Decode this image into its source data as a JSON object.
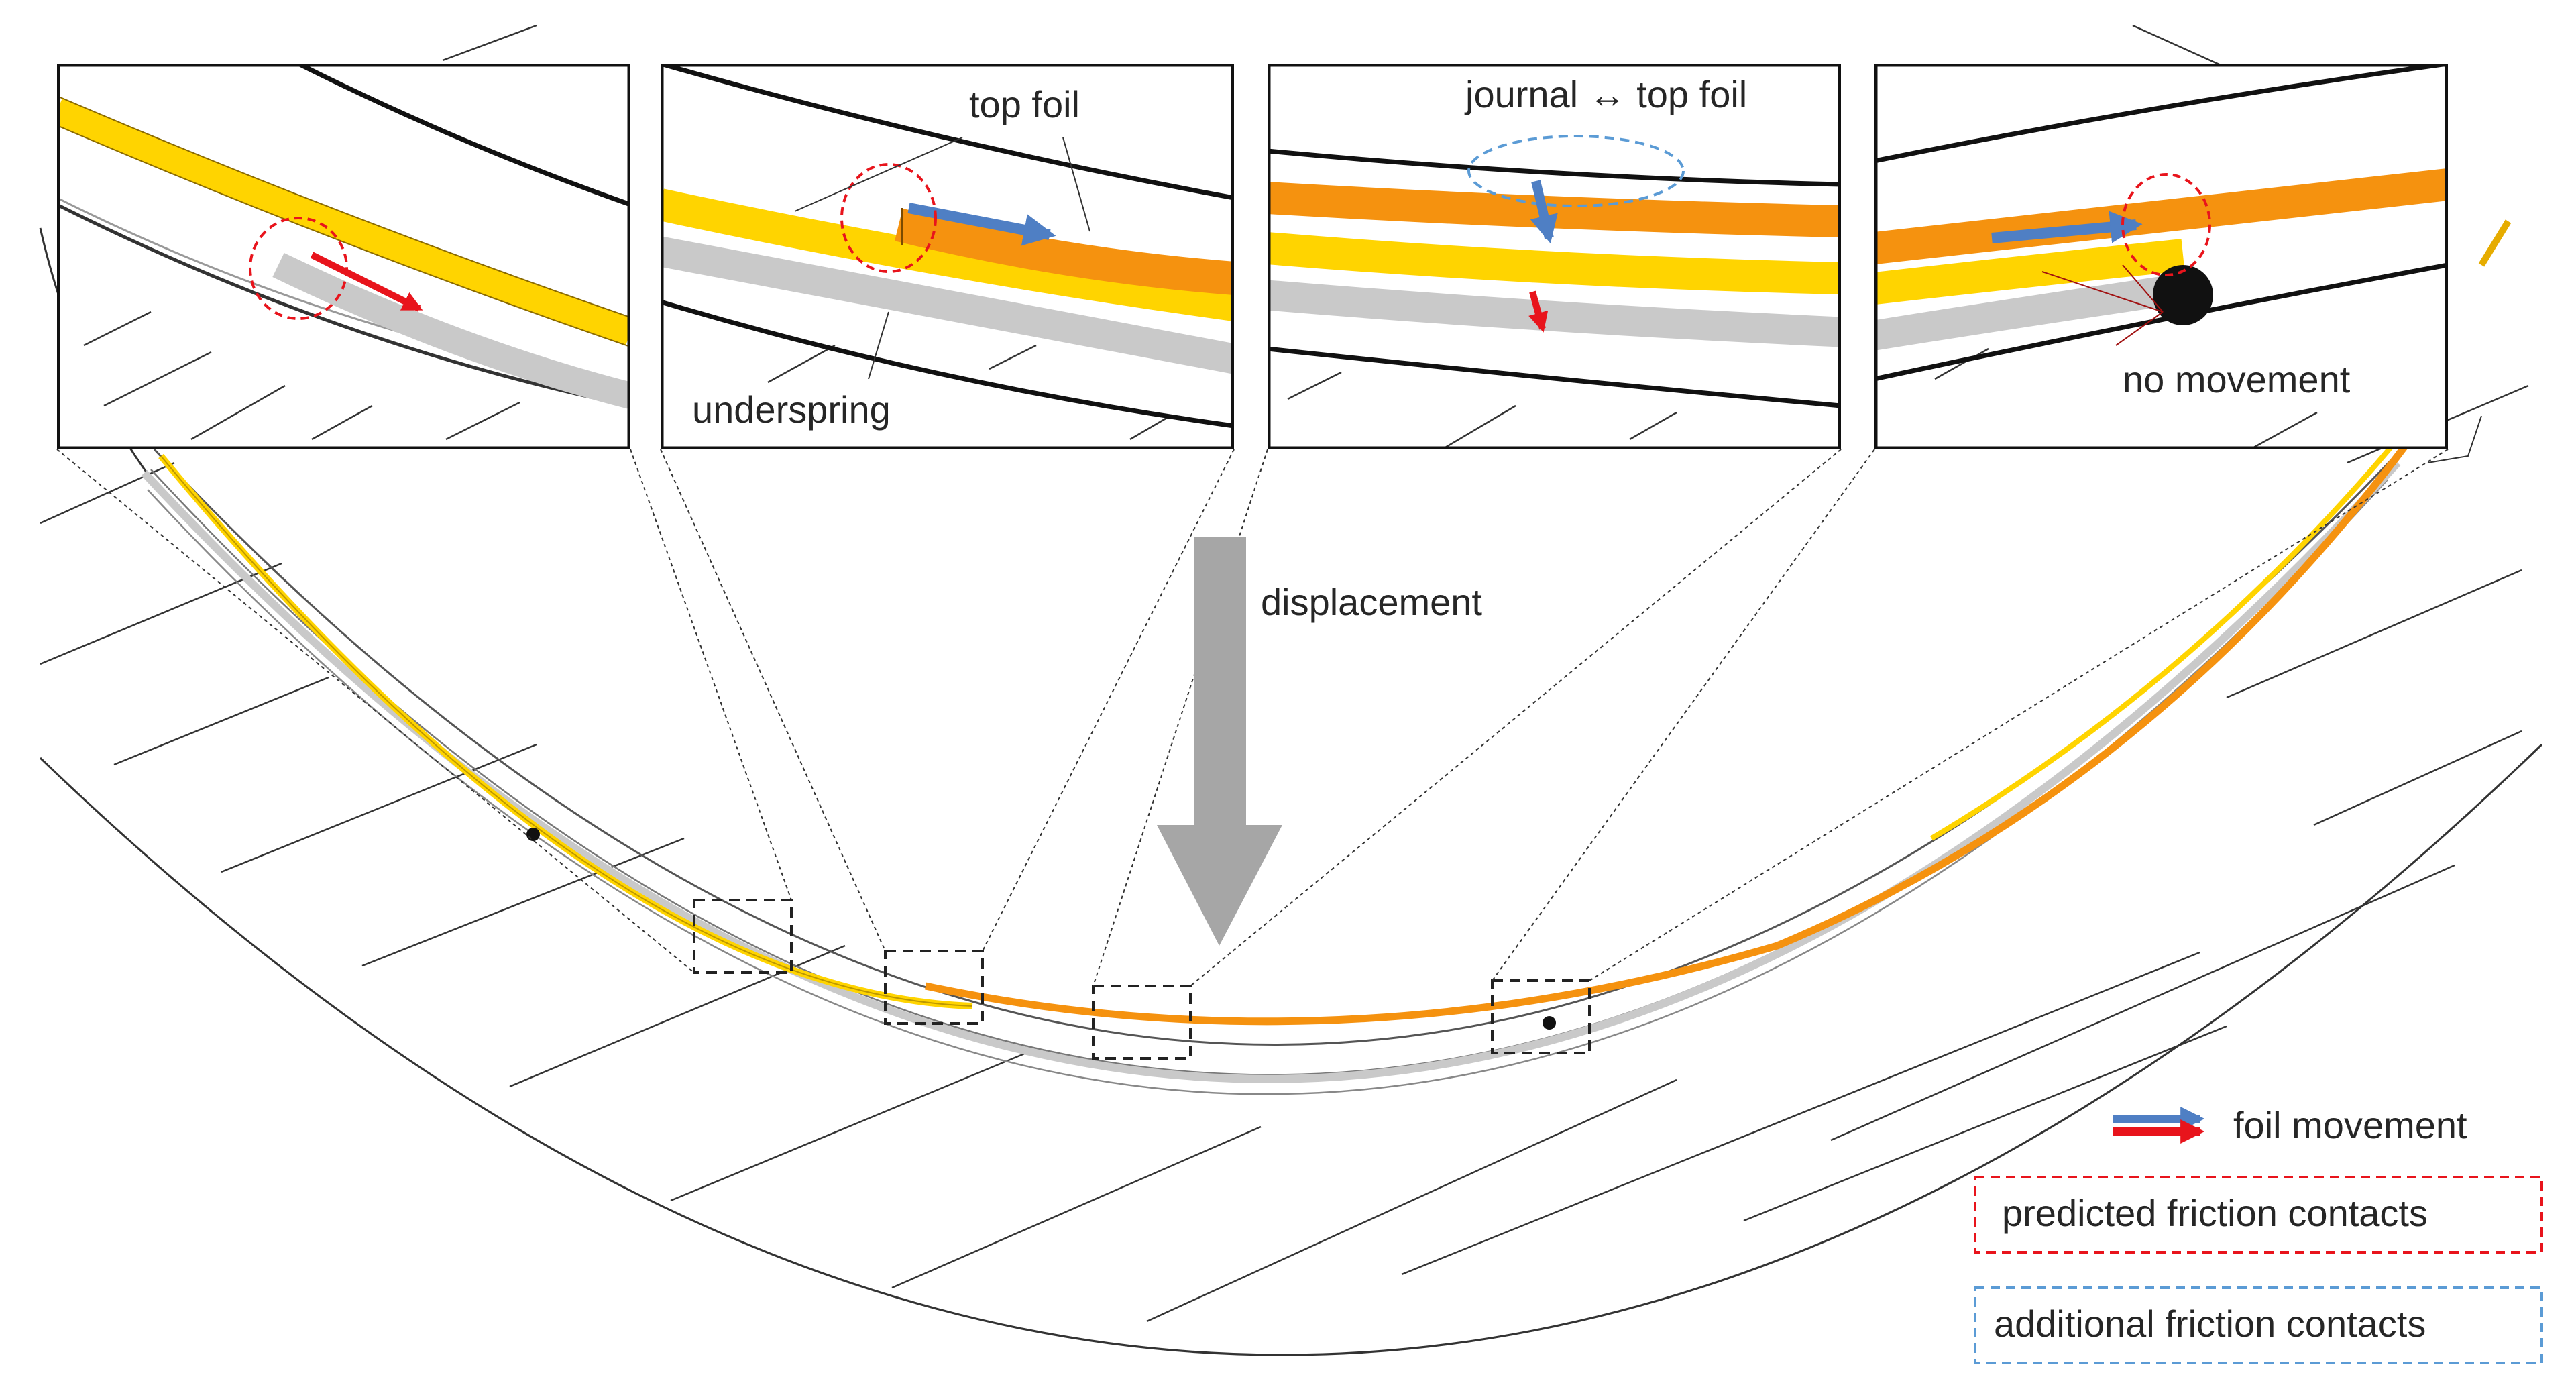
{
  "labels": {
    "top_foil": "top foil",
    "underspring": "underspring",
    "journal_top_foil": "journal ↔ top foil",
    "no_movement": "no movement",
    "displacement": "displacement"
  },
  "legend": {
    "foil_movement": "foil movement",
    "predicted_friction_contacts": "predicted friction contacts",
    "additional_friction_contacts": "additional friction contacts"
  },
  "colors": {
    "top_foil_yellow": "#ffd400",
    "top_foil_orange": "#f5920f",
    "underspring_gray": "#c9c9c9",
    "movement_blue": "#4f7fc4",
    "movement_red": "#e8141c",
    "predicted_contact_red": "#e8141c",
    "additional_contact_blue": "#5b9bd5",
    "displacement_arrow": "#a6a6a6"
  },
  "icons": {
    "double_arrow": "left-right-arrow-icon",
    "fixed_point": "black-dot-icon"
  }
}
